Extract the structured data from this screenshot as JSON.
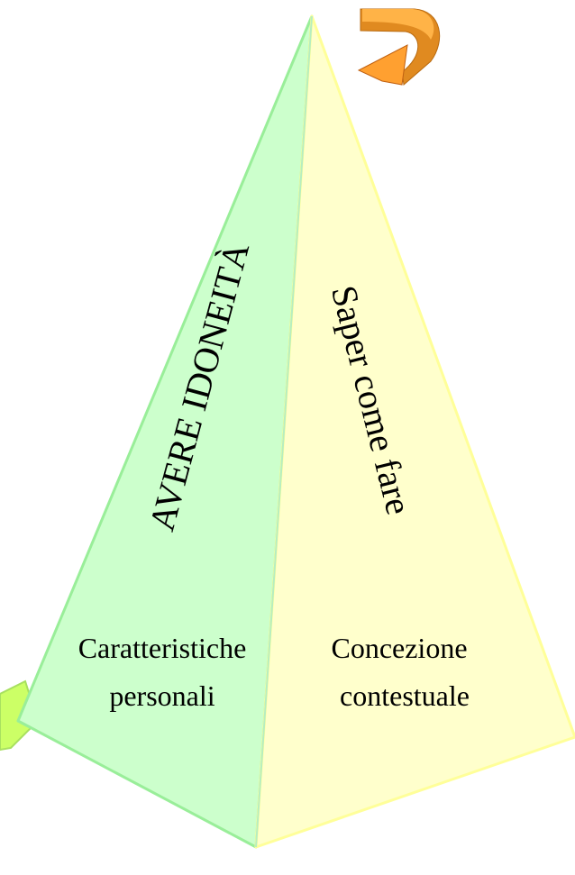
{
  "diagram": {
    "type": "pyramid",
    "faces": [
      {
        "id": "left",
        "color": "#ccffcc",
        "edge_color": "#99ee99",
        "vertical_label": "AVERE IDONEITÀ",
        "base_label_line1": "Caratteristiche",
        "base_label_line2": "personali"
      },
      {
        "id": "right",
        "color": "#ffffcc",
        "edge_color": "#ffff99",
        "vertical_label": "Saper come fare",
        "base_label_line1": "Concezione",
        "base_label_line2": "contestuale"
      }
    ],
    "partial_shape_color": "#ccff66",
    "arrow_colors": {
      "light": "#ffb347",
      "dark": "#c06010"
    },
    "arrow_icon": "curved-rotate-arrow-icon"
  }
}
